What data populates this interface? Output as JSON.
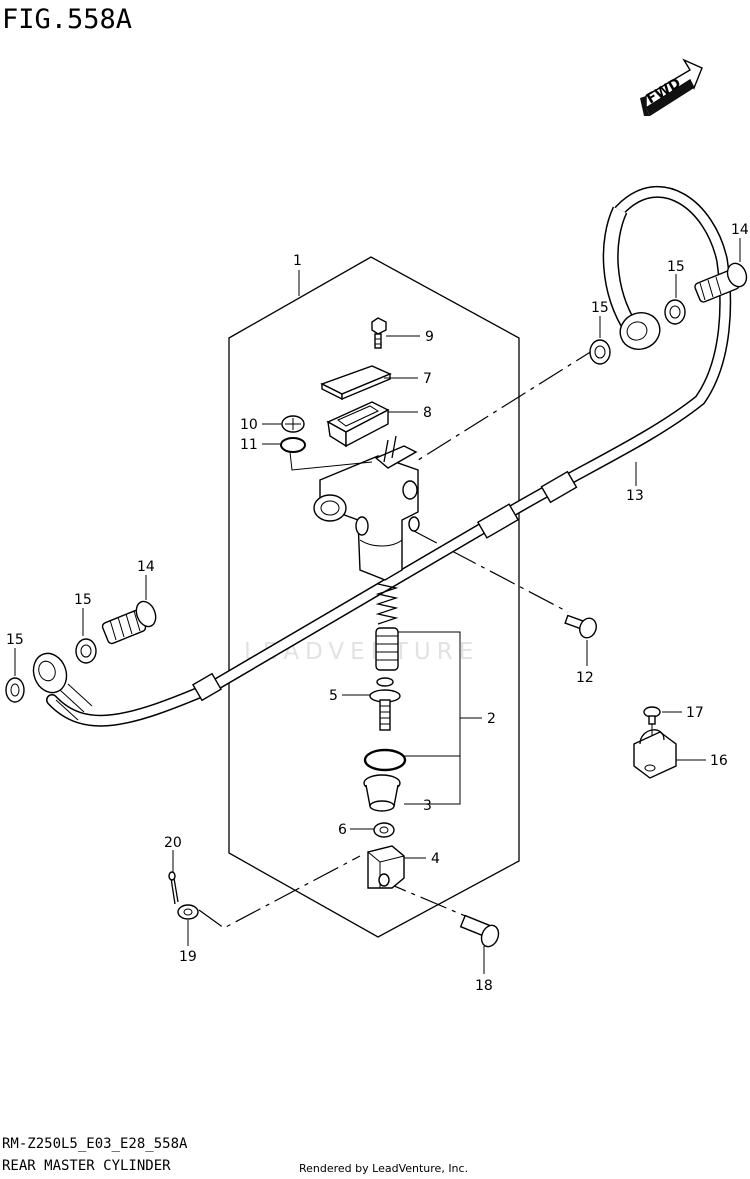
{
  "header": {
    "fig_title": "FIG.558A"
  },
  "fwd_badge": {
    "label": "FWD"
  },
  "callouts": [
    "1",
    "2",
    "3",
    "4",
    "5",
    "6",
    "7",
    "8",
    "9",
    "10",
    "11",
    "12",
    "13",
    "14",
    "14",
    "15",
    "15",
    "15",
    "15",
    "16",
    "17",
    "18",
    "19",
    "20"
  ],
  "watermark": {
    "text": "LEADVENTURE"
  },
  "footer": {
    "model_code": "RM-Z250L5_E03_E28_558A",
    "part_name": "REAR MASTER CYLINDER",
    "rendered_by": "Rendered by LeadVenture, Inc."
  }
}
